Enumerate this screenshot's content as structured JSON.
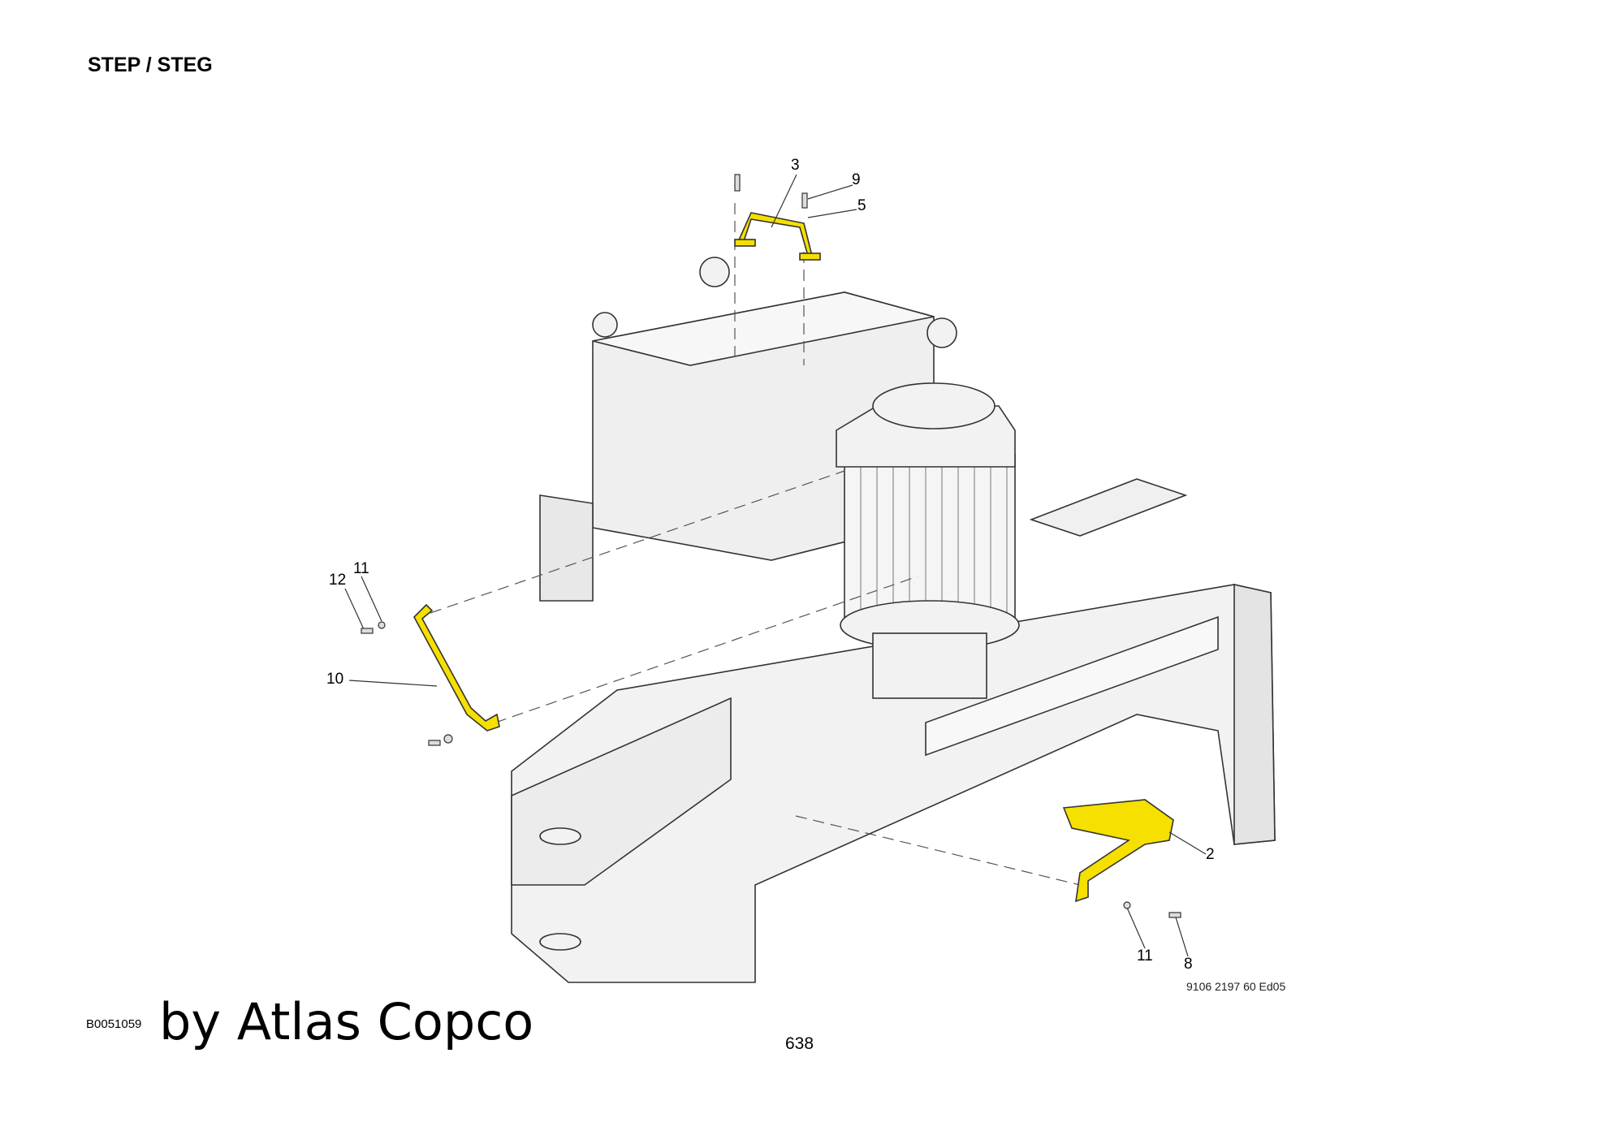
{
  "header": {
    "title": "STEP / STEG"
  },
  "drawing": {
    "reference": "9106 2197 60 Ed05",
    "highlight_color": "#f5e000",
    "callouts": [
      "3",
      "9",
      "5",
      "11",
      "12",
      "10",
      "2",
      "11",
      "8"
    ]
  },
  "footer": {
    "document_code": "B0051059",
    "brand": "by Atlas Copco",
    "page_number": "638"
  }
}
